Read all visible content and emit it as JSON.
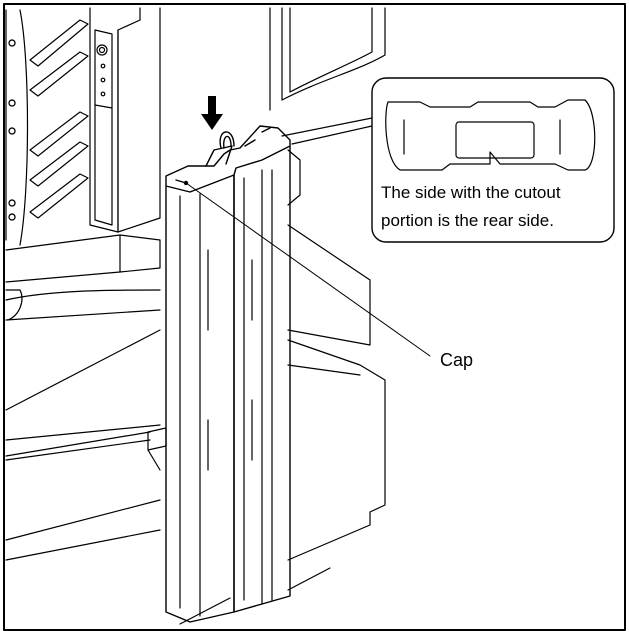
{
  "figure": {
    "callout_text_line1": "The side with the cutout",
    "callout_text_line2": "portion is the rear side.",
    "cap_label": "Cap"
  },
  "colors": {
    "line": "#000000",
    "background": "#ffffff"
  }
}
